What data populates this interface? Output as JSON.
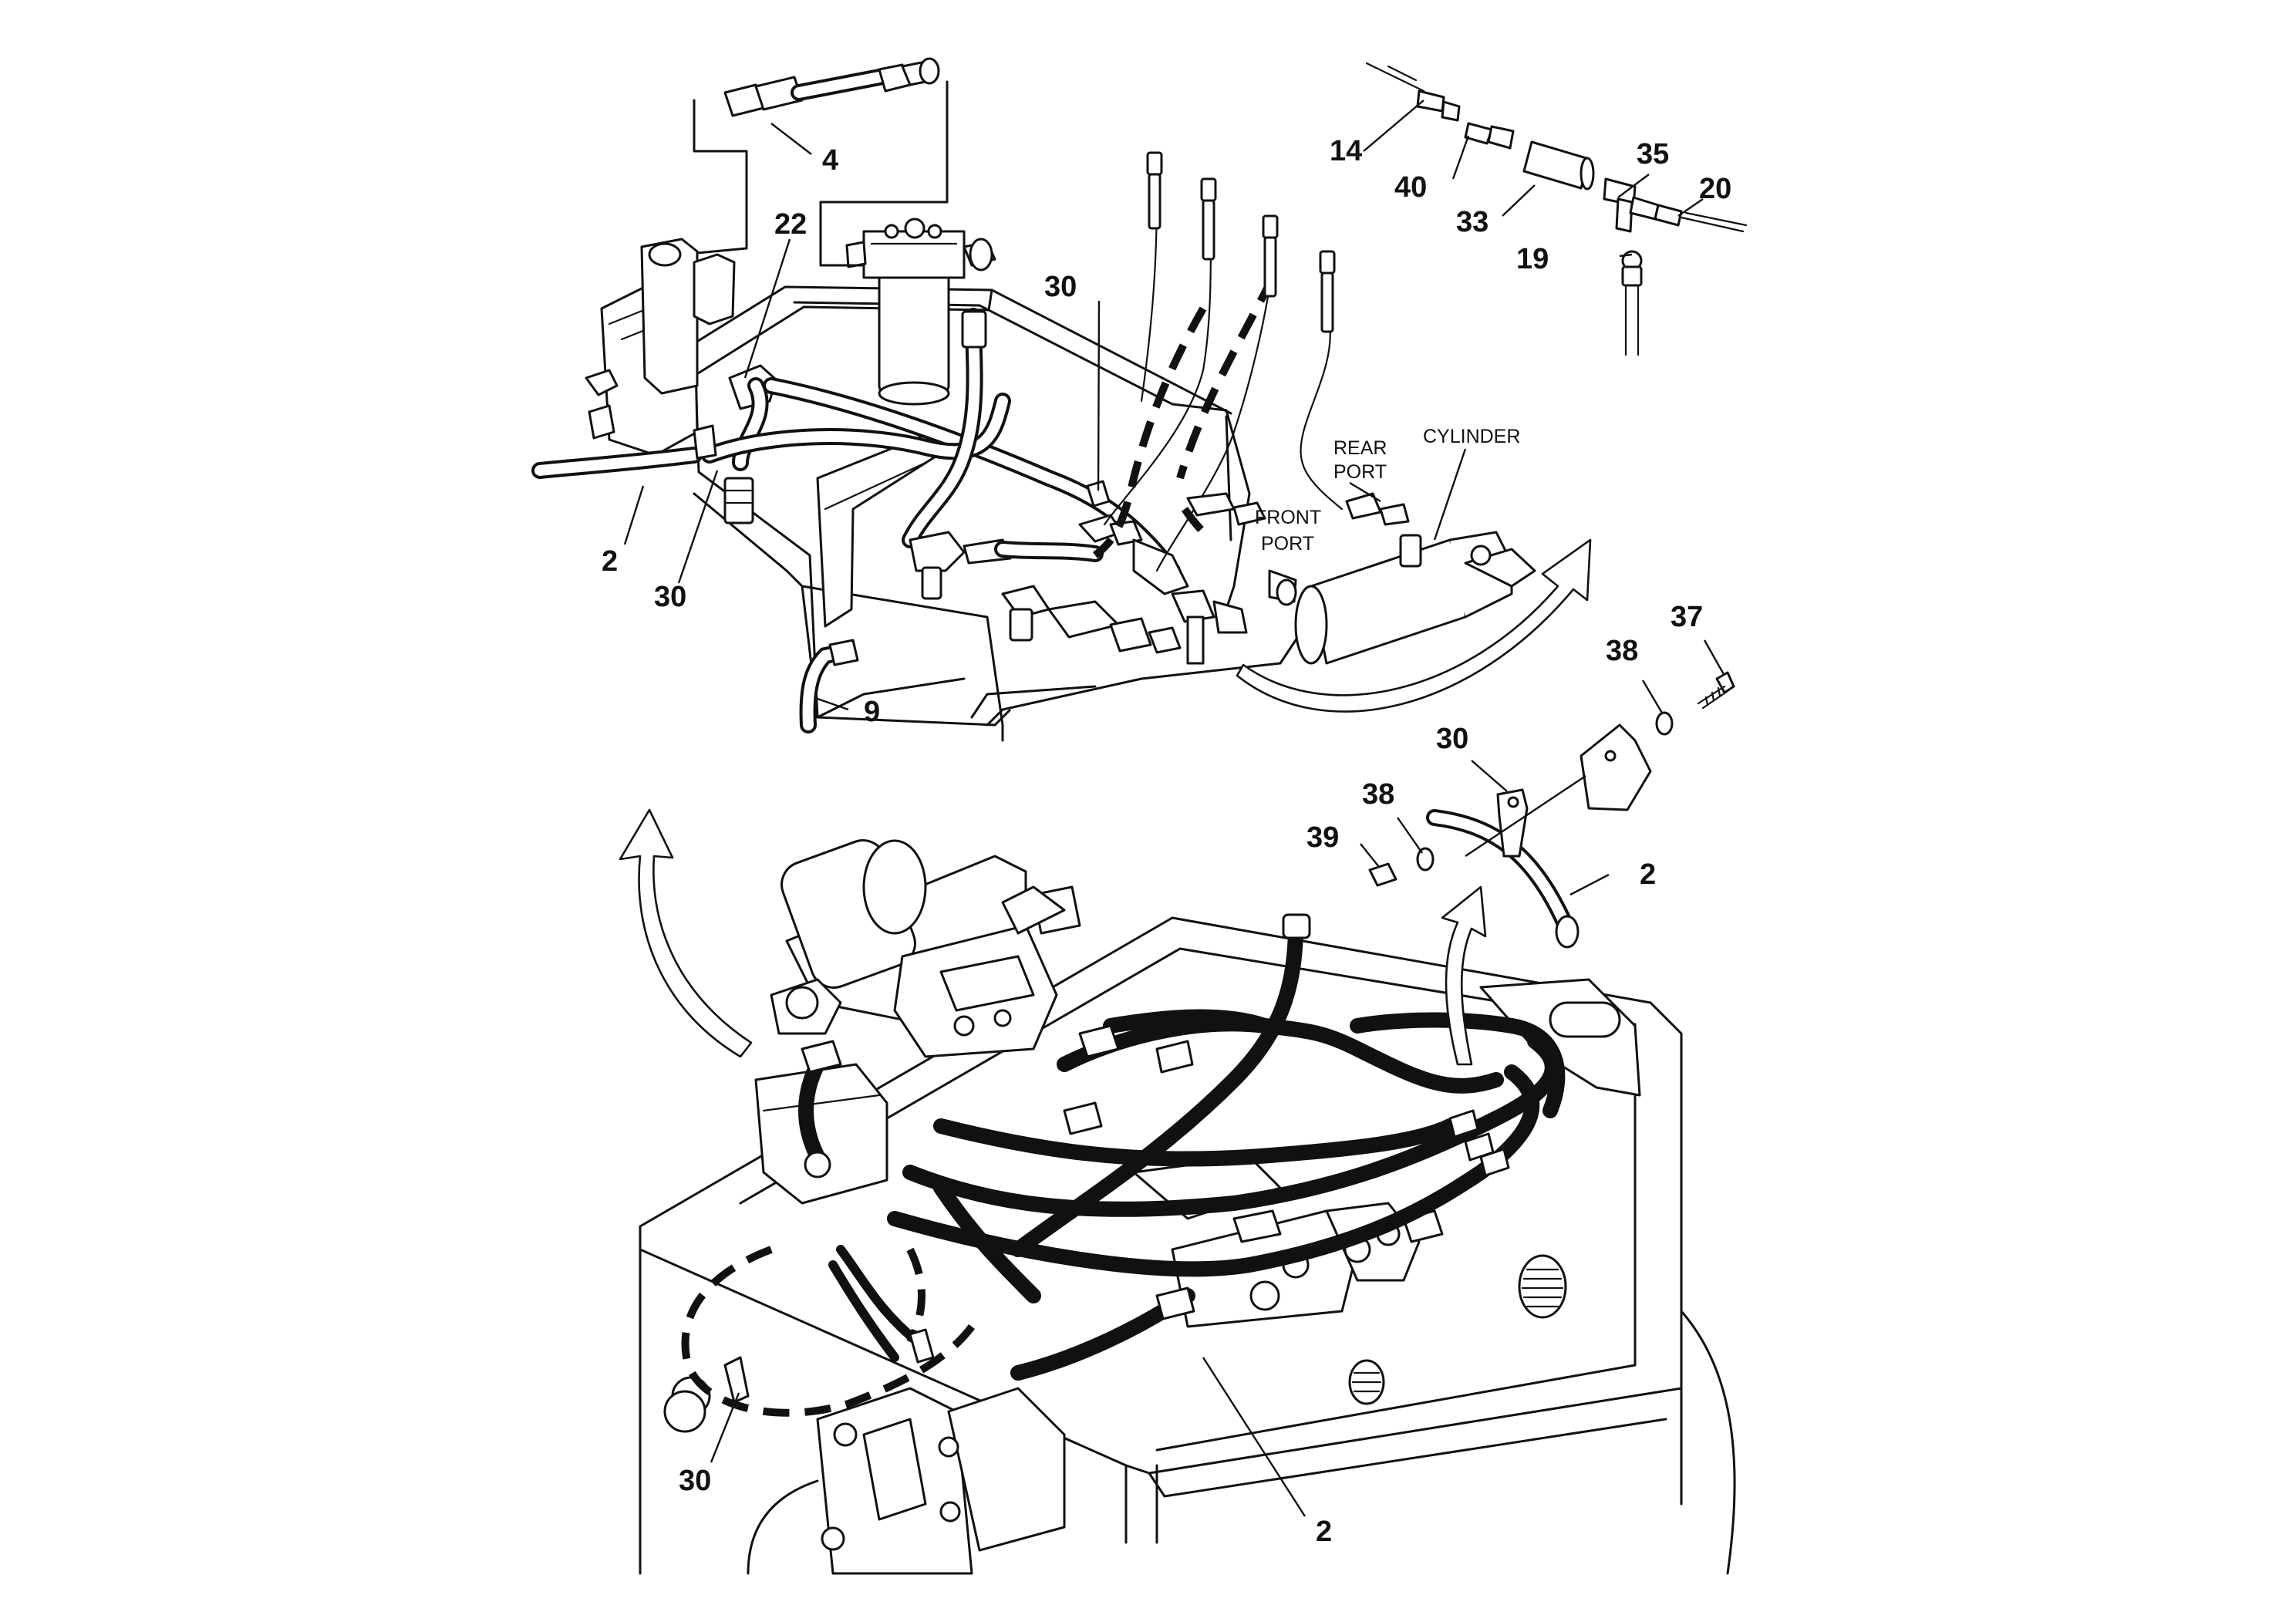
{
  "diagram": {
    "colors": {
      "line": "#111111",
      "background": "#ffffff"
    },
    "callouts": [
      {
        "id": "c4",
        "text": "4"
      },
      {
        "id": "c22",
        "text": "22"
      },
      {
        "id": "c30a",
        "text": "30"
      },
      {
        "id": "c2a",
        "text": "2"
      },
      {
        "id": "c30b",
        "text": "30"
      },
      {
        "id": "c9",
        "text": "9"
      },
      {
        "id": "c14",
        "text": "14"
      },
      {
        "id": "c40",
        "text": "40"
      },
      {
        "id": "c33",
        "text": "33"
      },
      {
        "id": "c35",
        "text": "35"
      },
      {
        "id": "c20",
        "text": "20"
      },
      {
        "id": "c19",
        "text": "19"
      },
      {
        "id": "c37",
        "text": "37"
      },
      {
        "id": "c38a",
        "text": "38"
      },
      {
        "id": "c30c",
        "text": "30"
      },
      {
        "id": "c38b",
        "text": "38"
      },
      {
        "id": "c39",
        "text": "39"
      },
      {
        "id": "c2b",
        "text": "2"
      },
      {
        "id": "c30d",
        "text": "30"
      },
      {
        "id": "c2c",
        "text": "2"
      }
    ],
    "port_labels": {
      "rear_port_line1": "REAR",
      "rear_port_line2": "PORT",
      "cylinder": "CYLINDER",
      "front_port_line1": "FRONT",
      "front_port_line2": "PORT"
    },
    "icons": [
      "hydraulic-filter-icon",
      "cylinder-icon",
      "hose-fitting-icon",
      "curved-arrow-icon",
      "bracket-icon",
      "bolt-icon",
      "washer-icon",
      "nut-icon"
    ]
  }
}
